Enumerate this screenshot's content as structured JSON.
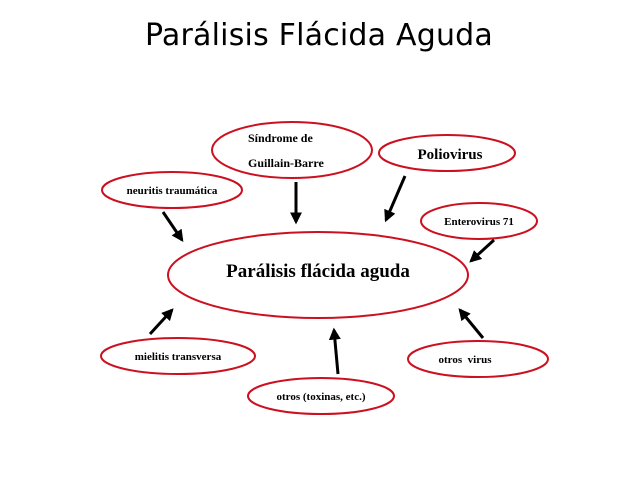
{
  "title": "Parálisis Flácida Aguda",
  "colors": {
    "ellipse_stroke": "#cc1020",
    "arrow": "#000000",
    "text": "#000000"
  },
  "diagram": {
    "center": "Parálisis flácida aguda",
    "causes": {
      "guillain_line1": "Síndrome de",
      "guillain_line2": "Guillain-Barre",
      "poliovirus": "Poliovirus",
      "neuritis": "neuritis traumática",
      "enterovirus": "Enterovirus 71",
      "mielitis": "mielitis transversa",
      "otros_virus": "otros  virus",
      "toxinas": "otros (toxinas, etc.)"
    }
  }
}
